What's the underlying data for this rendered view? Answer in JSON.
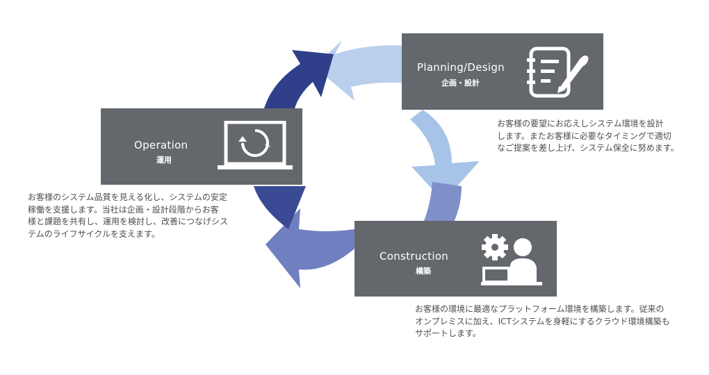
{
  "cycle": {
    "colors": {
      "arrow_top": "#b9cfec",
      "arrow_right": "#a7c3e8",
      "arrow_bottom_right": "#7f90c8",
      "arrow_bottom": "#6f7fbf",
      "arrow_left": "#3b4a94",
      "arrow_top_left": "#2f3f8a",
      "card": "#64686d",
      "text": "#4a4d52"
    }
  },
  "planning": {
    "title": "Planning/Design",
    "subtitle": "企画・設計",
    "icon": "notebook-pen-icon",
    "description": [
      "お客様の要望にお応えしシステム環境を設計",
      "します。またお客様に必要なタイミングで適切",
      "なご提案を差し上げ、システム保全に努めます。"
    ]
  },
  "operation": {
    "title": "Operation",
    "subtitle": "運用",
    "icon": "laptop-refresh-icon",
    "description": [
      "お客様のシステム品質を見える化し、システムの安定",
      "稼働を支援します。当社は企画・設計段階からお客",
      "様と課題を共有し、運用を検討し、改善につなげシス",
      "テムのライフサイクルを支えます。"
    ]
  },
  "construction": {
    "title": "Construction",
    "subtitle": "構築",
    "icon": "engineer-gear-icon",
    "description": [
      "お客様の環境に最適なプラットフォーム環境を構築します。従来の",
      "オンプレミスに加え、ICTシステムを身軽にするクラウド環境構築も",
      "サポートします。"
    ]
  }
}
